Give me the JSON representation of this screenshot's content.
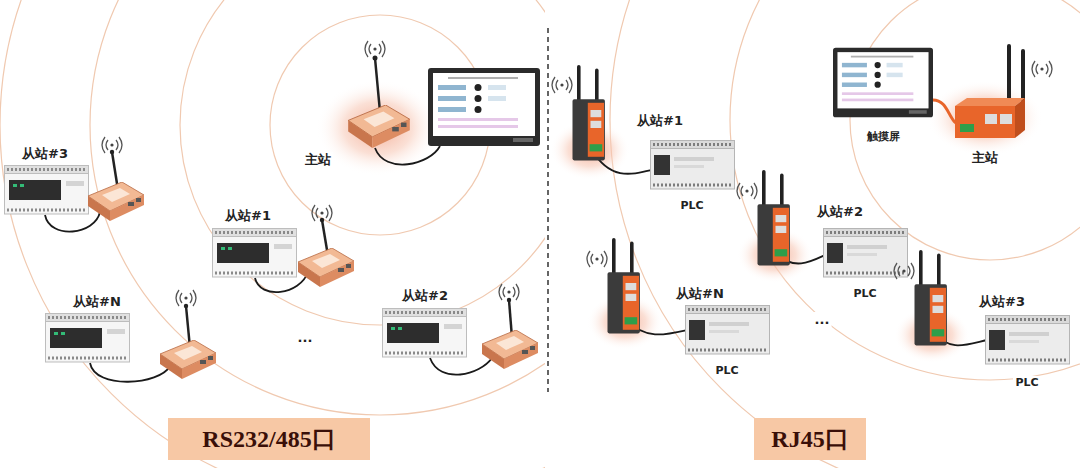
{
  "diagram": {
    "nodes": [
      {
        "text": [
          "触摸屏"
        ]
      },
      {
        "text": [
          "PLC"
        ]
      },
      {
        "text": [
          "PLC"
        ]
      },
      {
        "text": [
          "PLC"
        ]
      },
      {
        "text": [
          "PLC"
        ]
      },
      {
        "text": [
          "RS232/485口"
        ]
      },
      {
        "text": [
          "RJ45口"
        ]
      }
    ],
    "labels": [
      "从站#3",
      "主站",
      "从站#1",
      "从站#N",
      "从站#2",
      "...",
      "从站#1",
      "主站",
      "从站#2",
      "从站#N",
      "从站#3",
      "..."
    ]
  }
}
